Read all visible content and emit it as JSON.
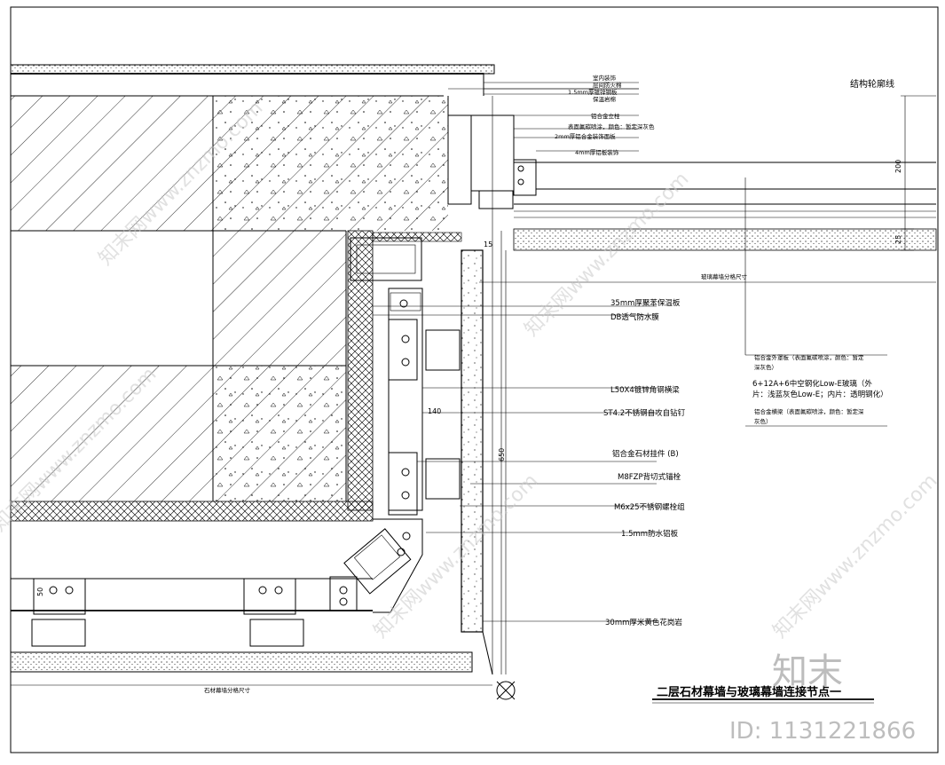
{
  "labels": {
    "top_1": "室内装饰",
    "top_2": "层间防火棉",
    "top_3": "1.5mm厚镀锌钢板",
    "top_4": "保温岩棉",
    "top_5": "铝合金立柱",
    "top_6": "表面氟碳喷涂，颜色：暂定深灰色",
    "top_7": "2mm厚铝合金装饰面板",
    "top_8": "4mm厚铝板装饰",
    "structure_outline": "结构轮廓线",
    "mid_dim_note": "玻璃幕墙分格尺寸",
    "right_1": "35mm厚聚苯保温板",
    "right_2": "DB透气防水膜",
    "right_3": "L50X4镀锌角钢横梁",
    "right_4": "ST4.2不锈钢自攻自钻钉",
    "right_5": "铝合金石材挂件 (B)",
    "right_6": "M8FZP背切式锚栓",
    "right_7": "M6x25不锈钢螺栓组",
    "right_8": "1.5mm防水铝板",
    "right_9": "30mm厚米黄色花岗岩",
    "legend_1a": "铝合金外罩板（表面氟碳喷涂，颜色：暂定",
    "legend_1b": "深灰色）",
    "legend_2a": "6+12A+6中空钢化Low-E玻璃（外",
    "legend_2b": "片：浅蓝灰色Low-E；内片：透明钢化）",
    "legend_3a": "铝合金横梁（表面氟碳喷涂，颜色：暂定深",
    "legend_3b": "灰色）",
    "bottom_dim_note": "石材幕墙分格尺寸",
    "title": "二层石材幕墙与玻璃幕墙连接节点一",
    "brand": "知末",
    "id_text": "ID: 1131221866",
    "watermark": "知末网www.znzmo.com"
  },
  "dimensions": {
    "d200": "200",
    "d25": "25",
    "d15": "15",
    "d140": "140",
    "d650": "650",
    "d50": "50"
  }
}
